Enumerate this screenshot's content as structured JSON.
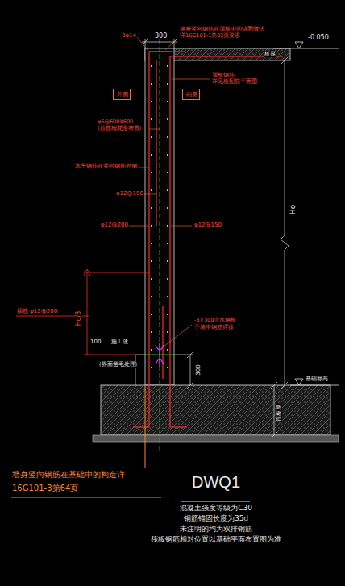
{
  "diagram": {
    "nodes": [
      {
        "text": [
          "外侧"
        ]
      },
      {
        "text": [
          "内侧"
        ]
      }
    ],
    "labels": [
      "300",
      "3φ14",
      "墙身竖向钢筋在顶板中的锚固做法",
      "详16G101-1第82页要求",
      "-0.050",
      "板厚",
      "顶板钢筋",
      "详见板配筋平面图",
      "φ6@600X600",
      "(拉筋梅花形布置)",
      "水平钢筋在竖向钢筋外侧",
      "φ12@150",
      "φ12@200",
      "φ12@150",
      "插筋 φ12@200",
      "Ho/3",
      "-3×300止水钢板",
      "于墙中钢筋焊接",
      "100",
      "施工缝",
      "(界面凿毛处理)",
      "300",
      "基础标高",
      "筏板厚",
      "Ho",
      "墙身竖向钢筋在基础中的构造详",
      "16G101-3第64页",
      "DWQ1",
      "混凝土强度等级为C30",
      "钢筋锚固长度为35d",
      "未注明的均为双排钢筋",
      "筏板钢筋相对位置以基础平面布置图为准"
    ]
  }
}
